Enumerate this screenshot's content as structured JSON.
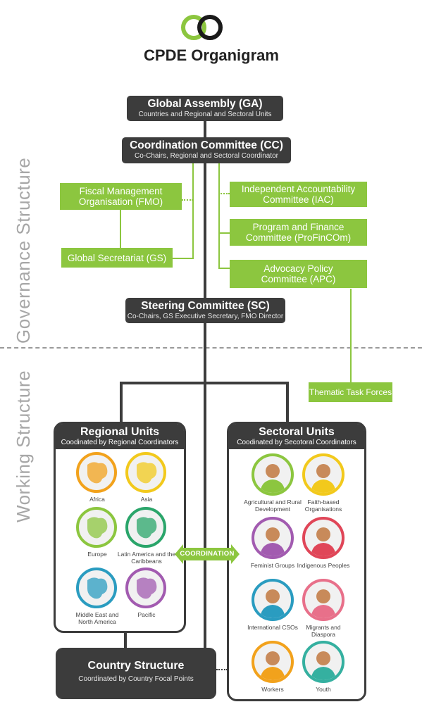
{
  "header": {
    "title": "CPDE Organigram"
  },
  "side_labels": {
    "governance": "Governance Structure",
    "working": "Working Structure"
  },
  "ga": {
    "title": "Global Assembly (GA)",
    "subtitle": "Countries and Regional and Sectoral Units"
  },
  "cc": {
    "title": "Coordination Committee (CC)",
    "subtitle": "Co-Chairs, Regional and Sectoral Coordinator"
  },
  "fmo": {
    "label": "Fiscal Management Organisation (FMO)"
  },
  "gs": {
    "label": "Global Secretariat (GS)"
  },
  "iac": {
    "label": "Independent Accountability Committee (IAC)"
  },
  "profin": {
    "label": "Program and Finance Committee (ProFinCOm)"
  },
  "apc": {
    "label": "Advocacy Policy Committee (APC)"
  },
  "sc": {
    "title": "Steering Committee (SC)",
    "subtitle": "Co-Chairs, GS Executive Secretary, FMO Director"
  },
  "ttf": {
    "label": "Thematic Task Forces"
  },
  "regional": {
    "title": "Regional Units",
    "subtitle": "Coodinated by Regional Coordinators",
    "items": [
      {
        "label": "Africa",
        "color": "#f2a21c",
        "icon": "africa-map-icon"
      },
      {
        "label": "Asia",
        "color": "#f2c91c",
        "icon": "asia-map-icon"
      },
      {
        "label": "Europe",
        "color": "#8cc63f",
        "icon": "europe-map-icon"
      },
      {
        "label": "Latin America and the Caribbeans",
        "color": "#2aa56a",
        "icon": "latin-america-map-icon"
      },
      {
        "label": "Middle East and North America",
        "color": "#2a9cc0",
        "icon": "middle-east-map-icon"
      },
      {
        "label": "Pacific",
        "color": "#a25bb0",
        "icon": "pacific-map-icon"
      }
    ]
  },
  "sectoral": {
    "title": "Sectoral Units",
    "subtitle": "Coodinated by  Secotoral Coordinators",
    "items": [
      {
        "label": "Agricultural and Rural Development",
        "color": "#8cc63f",
        "icon": "farmer-avatar-icon"
      },
      {
        "label": "Faith-based Organisations",
        "color": "#f2c91c",
        "icon": "faith-avatar-icon"
      },
      {
        "label": "Feminist Groups",
        "color": "#a25bb0",
        "icon": "feminist-avatar-icon"
      },
      {
        "label": "Indigenous Peoples",
        "color": "#e04658",
        "icon": "indigenous-avatar-icon"
      },
      {
        "label": "International CSOs",
        "color": "#2a9cc0",
        "icon": "international-avatar-icon"
      },
      {
        "label": "Migrants and Diaspora",
        "color": "#e8708a",
        "icon": "migrant-avatar-icon"
      },
      {
        "label": "Workers",
        "color": "#f2a21c",
        "icon": "worker-avatar-icon"
      },
      {
        "label": "Youth",
        "color": "#35b0a0",
        "icon": "youth-avatar-icon"
      }
    ]
  },
  "coordination": {
    "label": "COORDINATION"
  },
  "country": {
    "title": "Country Structure",
    "subtitle": "Coordinated by Country Focal Points"
  }
}
